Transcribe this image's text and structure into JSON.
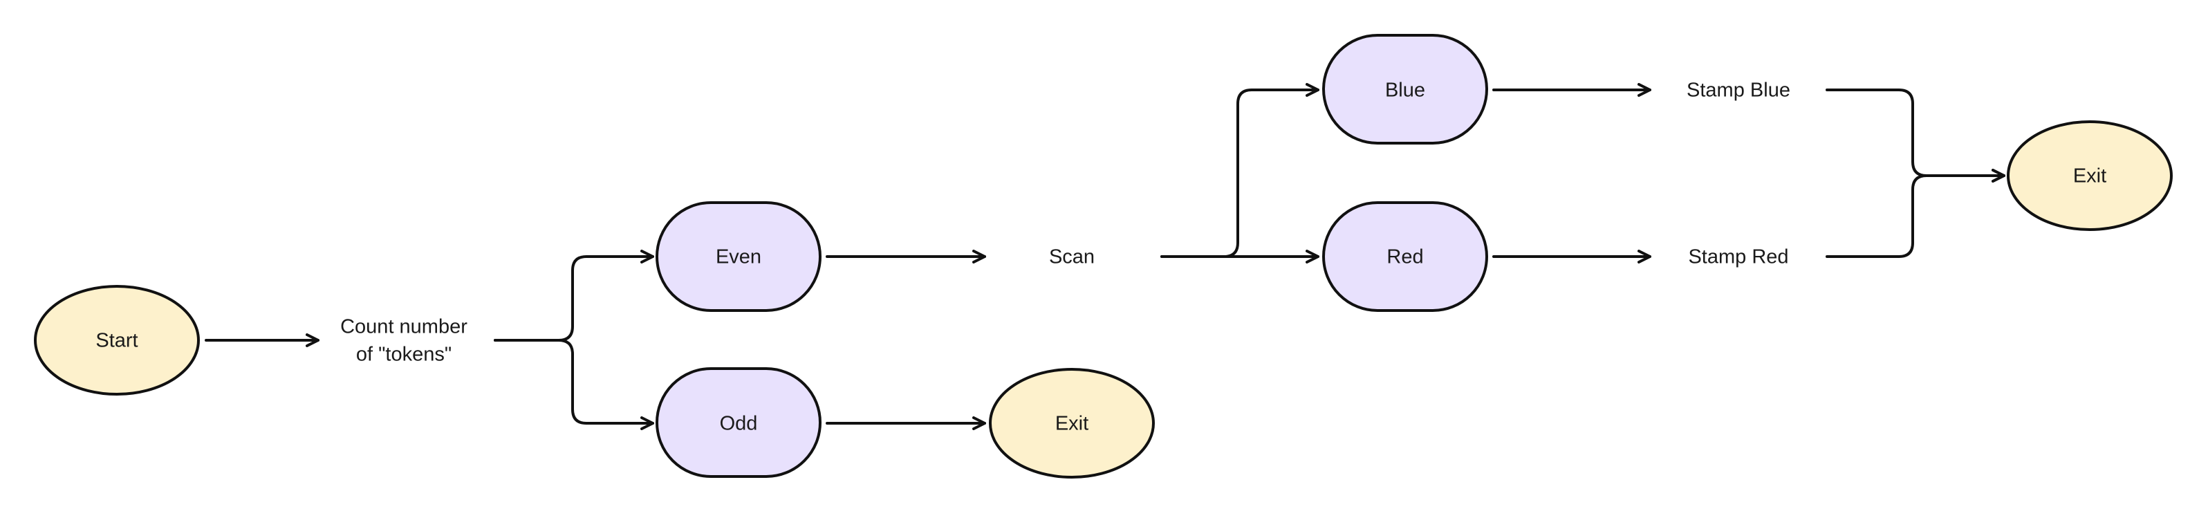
{
  "colors": {
    "terminal_fill": "#fdf1cc",
    "process_fill": "#e8e1fd",
    "stroke": "#111111",
    "text": "#1a1a1a"
  },
  "nodes": {
    "start": {
      "label": "Start",
      "shape": "ellipse"
    },
    "count": {
      "lines": [
        "Count number",
        "of \"tokens\""
      ],
      "shape": "none"
    },
    "even": {
      "label": "Even",
      "shape": "rounded-rect"
    },
    "odd": {
      "label": "Odd",
      "shape": "rounded-rect"
    },
    "exit_odd": {
      "label": "Exit",
      "shape": "ellipse"
    },
    "scan": {
      "label": "Scan",
      "shape": "none"
    },
    "blue": {
      "label": "Blue",
      "shape": "rounded-rect"
    },
    "red": {
      "label": "Red",
      "shape": "rounded-rect"
    },
    "stamp_blue": {
      "label": "Stamp Blue",
      "shape": "none"
    },
    "stamp_red": {
      "label": "Stamp Red",
      "shape": "none"
    },
    "exit_final": {
      "label": "Exit",
      "shape": "ellipse"
    }
  },
  "edges": [
    {
      "from": "start",
      "to": "count"
    },
    {
      "from": "count",
      "to": "even"
    },
    {
      "from": "count",
      "to": "odd"
    },
    {
      "from": "even",
      "to": "scan"
    },
    {
      "from": "odd",
      "to": "exit_odd"
    },
    {
      "from": "scan",
      "to": "blue"
    },
    {
      "from": "scan",
      "to": "red"
    },
    {
      "from": "blue",
      "to": "stamp_blue"
    },
    {
      "from": "red",
      "to": "stamp_red"
    },
    {
      "from": "stamp_blue",
      "to": "exit_final"
    },
    {
      "from": "stamp_red",
      "to": "exit_final"
    }
  ]
}
